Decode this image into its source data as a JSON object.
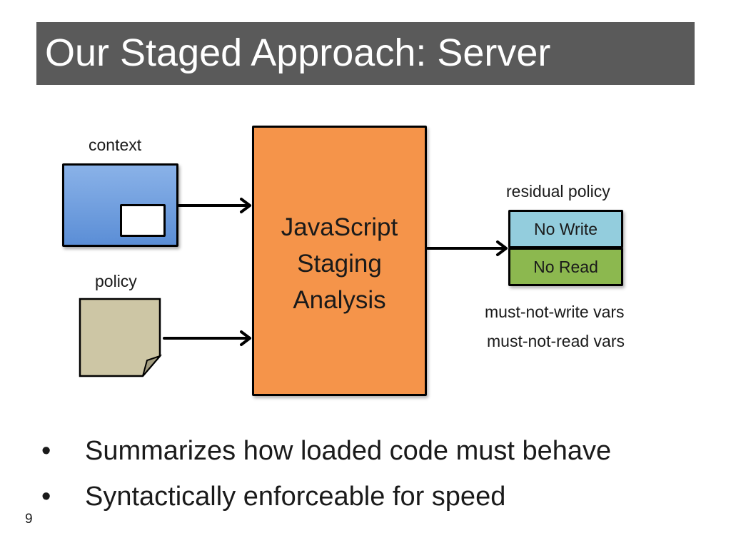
{
  "slide": {
    "title": "Our Staged Approach: Server",
    "number": "9"
  },
  "diagram": {
    "context_label": "context",
    "policy_label": "policy",
    "center_lines": [
      "JavaScript",
      "Staging",
      "Analysis"
    ],
    "residual_label": "residual policy",
    "no_write": "No Write",
    "no_read": "No Read",
    "note_write": "must-not-write vars",
    "note_read": "must-not-read vars"
  },
  "bullets": [
    "Summarizes how loaded code must behave",
    "Syntactically enforceable for speed"
  ],
  "colors": {
    "title_bar": "#5a5a5a",
    "center_box": "#f5944a",
    "context_window": "#5b8ed6",
    "policy_doc": "#cdc6a5",
    "no_write": "#93cddd",
    "no_read": "#8cb84f"
  },
  "icons": [
    "window-icon",
    "document-icon",
    "arrow-right-icon"
  ]
}
